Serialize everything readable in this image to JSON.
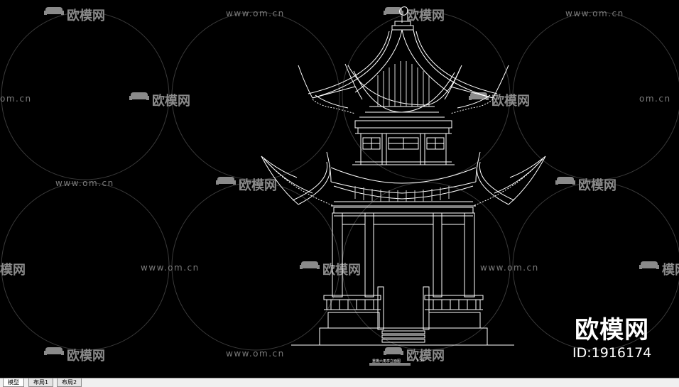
{
  "watermark": {
    "url_text": "www.om.cn",
    "logo_text": "欧模网",
    "partial_url": "om.cn",
    "partial_logo": "模网"
  },
  "brand": {
    "name": "欧模网",
    "id_text": "ID:1916174"
  },
  "drawing": {
    "caption_title": "重檐六角亭立面图",
    "caption_scale": "1:50",
    "stroke_color": "#ffffff",
    "background_color": "#000000"
  },
  "tabs": [
    {
      "label": "模型",
      "active": true
    },
    {
      "label": "布局1",
      "active": false
    },
    {
      "label": "布局2",
      "active": false
    }
  ]
}
